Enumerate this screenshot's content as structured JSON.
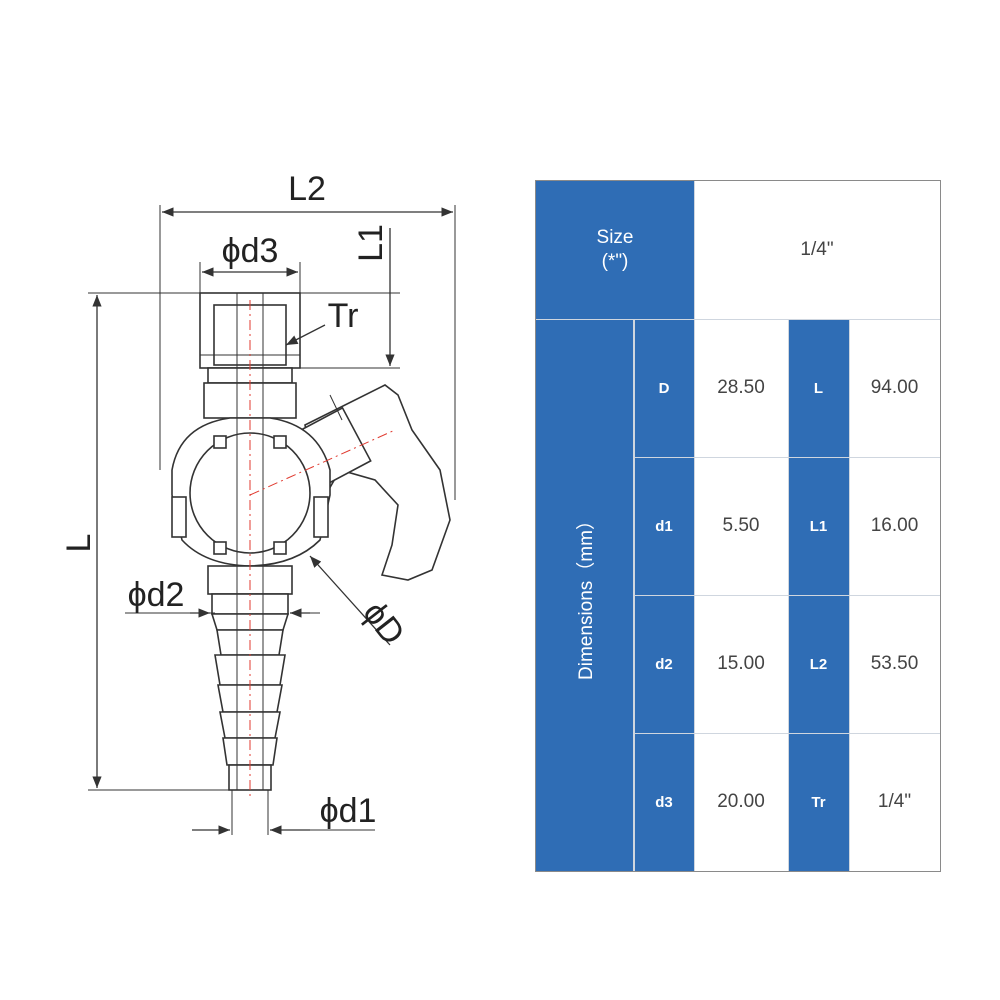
{
  "drawing": {
    "labels": {
      "L2": "L2",
      "d3": "ϕd3",
      "L1": "L1",
      "Tr": "Tr",
      "L": "L",
      "d2": "ϕd2",
      "D": "ϕD",
      "d1": "ϕd1"
    }
  },
  "table": {
    "size_label_line1": "Size",
    "size_label_line2": "(*\")",
    "size_value": "1/4\"",
    "dimensions_label": "Dimensions（mm）",
    "rows": [
      {
        "k1": "D",
        "v1": "28.50",
        "k2": "L",
        "v2": "94.00"
      },
      {
        "k1": "d1",
        "v1": "5.50",
        "k2": "L1",
        "v2": "16.00"
      },
      {
        "k1": "d2",
        "v1": "15.00",
        "k2": "L2",
        "v2": "53.50"
      },
      {
        "k1": "d3",
        "v1": "20.00",
        "k2": "Tr",
        "v2": "1/4\""
      }
    ]
  },
  "colors": {
    "header_blue": "#2f6db5",
    "axis_red": "#e03a2f",
    "line_dark": "#333333"
  }
}
